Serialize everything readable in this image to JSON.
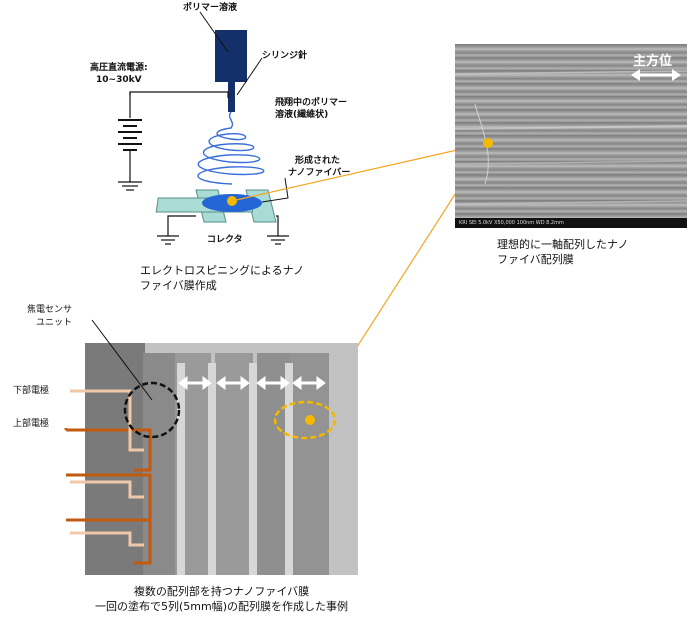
{
  "schematic": {
    "polymer_solution": "ポリマー溶液",
    "hv_supply_line1": "高圧直流電源:",
    "hv_supply_line2": "10~30kV",
    "syringe_needle": "シリンジ針",
    "flying_polymer_line1": "飛翔中のポリマー",
    "flying_polymer_line2": "溶液(繊維状)",
    "formed_nanofiber_line1": "形成された",
    "formed_nanofiber_line2": "ナノファイバー",
    "collector": "コレクタ",
    "caption_line1": "エレクトロスピニングによるナノ",
    "caption_line2": "ファイバ膜作成"
  },
  "sem": {
    "direction_label": "主方位",
    "info_bar": "KRI   SEI   5.0kV   X50,000   100nm   WD 8.2mm",
    "caption_line1": "理想的に一軸配列したナノ",
    "caption_line2": "ファイバ配列膜"
  },
  "sample": {
    "sensor_label_line1": "焦電センサ",
    "sensor_label_line2": "ユニット",
    "lower_electrode": "下部電極",
    "upper_electrode": "上部電極",
    "caption_line1": "複数の配列部を持つナノファイバ膜",
    "caption_line2": "一回の塗布で5列(5mm幅)の配列膜を作成した事例"
  },
  "colors": {
    "syringe": "#14306a",
    "fiber": "#3a6fd8",
    "collector": "#a8dcd4",
    "connector": "#f5a623",
    "electrode_upper": "#c25a10",
    "electrode_lower": "#f0c8a8"
  }
}
